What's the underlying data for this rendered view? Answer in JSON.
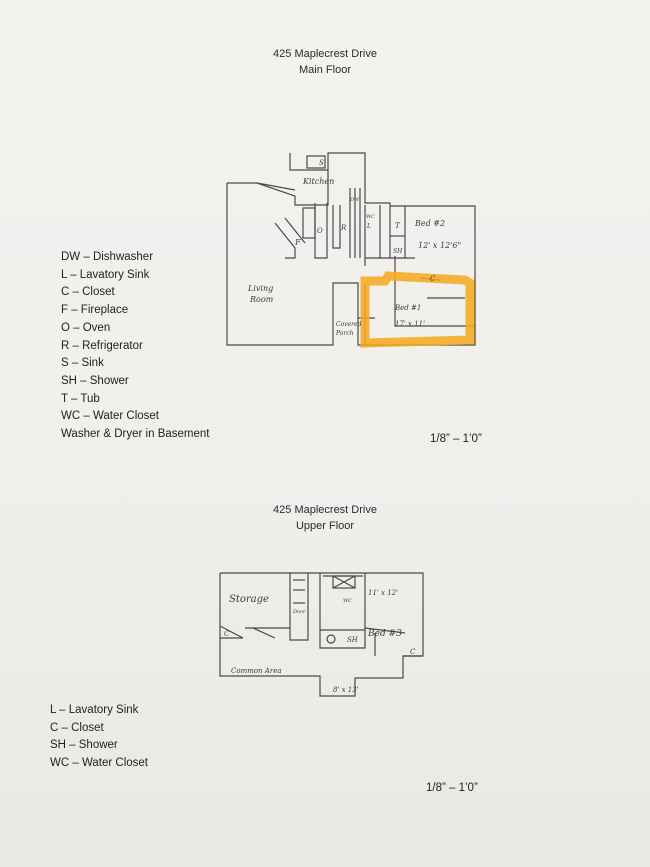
{
  "main_floor": {
    "address": "425 Maplecrest Drive",
    "floor": "Main Floor",
    "legend": [
      "DW – Dishwasher",
      "L – Lavatory Sink",
      "C – Closet",
      "F – Fireplace",
      "O – Oven",
      "R – Refrigerator",
      "S – Sink",
      "SH – Shower",
      "T – Tub",
      "WC – Water Closet",
      "Washer & Dryer in Basement"
    ],
    "scale": "1/8” – 1’0”",
    "labels": {
      "kitchen": "Kitchen",
      "living_room_1": "Living",
      "living_room_2": "Room",
      "bed2": "Bed #2",
      "bed2_size": "12' x 12'6\"",
      "bed1": "Bed #1",
      "bed1_size": "17' x 11'",
      "porch_1": "Covered",
      "porch_2": "Porch",
      "sink": "S",
      "dishwasher": "DW",
      "fireplace": "F",
      "oven": "O",
      "refrigerator": "R",
      "lav": "L",
      "wc": "WC",
      "tub": "T",
      "shower": "SH",
      "closet": "C"
    },
    "highlight_color": "#f6a81c"
  },
  "upper_floor": {
    "address": "425 Maplecrest Drive",
    "floor": "Upper Floor",
    "legend": [
      "L – Lavatory Sink",
      "C – Closet",
      "SH – Shower",
      "WC – Water Closet"
    ],
    "scale": "1/8” – 1’0”",
    "labels": {
      "storage": "Storage",
      "common_area": "Common Area",
      "bed3": "Bed #3",
      "size_top": "11' x 12'",
      "size_bottom": "8' x 13'",
      "wc": "WC",
      "shower": "SH",
      "closet": "C",
      "door": "Door"
    }
  }
}
